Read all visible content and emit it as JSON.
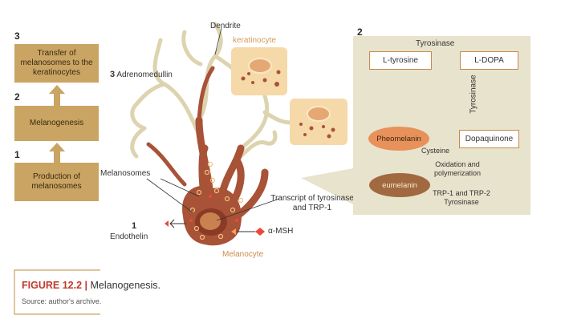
{
  "steps": [
    {
      "number": "3",
      "label": "Transfer of melanosomes to the keratinocytes"
    },
    {
      "number": "2",
      "label": "Melanogenesis"
    },
    {
      "number": "1",
      "label": "Production of melanosomes"
    }
  ],
  "cell_labels": {
    "dendrite": "Dendrite",
    "keratinocyte": "keratinocyte",
    "adrenomedullin_num": "3",
    "adrenomedullin": "Adrenomedullin",
    "melanosomes": "Melanosomes",
    "transcript": "Transcript of tyrosinase and TRP-1",
    "endothelin_num": "1",
    "endothelin": "Endothelin",
    "msh": "α-MSH",
    "melanocyte": "Melanocyte"
  },
  "pathway": {
    "number": "2",
    "tyrosinase_top": "Tyrosinase",
    "l_tyrosine": "L-tyrosine",
    "l_dopa": "L-DOPA",
    "tyrosinase_vertical": "Tyrosinase",
    "dopaquinone": "Dopaquinone",
    "pheomelanin": "Pheomelanin",
    "cysteine": "Cysteine",
    "oxidation": "Oxidation and polymerization",
    "eumelanin": "eumelanin",
    "trp": "TRP-1 and TRP-2 Tyrosinase"
  },
  "caption": {
    "title_bold": "FIGURE 12.2 |",
    "title_rest": " Melanogenesis.",
    "source": "Source: author's archive."
  },
  "colors": {
    "step_box": "#c9a463",
    "panel": "#e8e3cd",
    "box_border": "#c8894a",
    "pheomelanin": "#e8915a",
    "eumelanin": "#a0693f",
    "cell": "#a85237",
    "dendrite": "#ddd3ae",
    "keratinocyte": "#f5d9a8",
    "caption_accent": "#c0392b",
    "keratinocyte_label": "#d69a55",
    "melanocyte_label": "#c98a4a"
  }
}
